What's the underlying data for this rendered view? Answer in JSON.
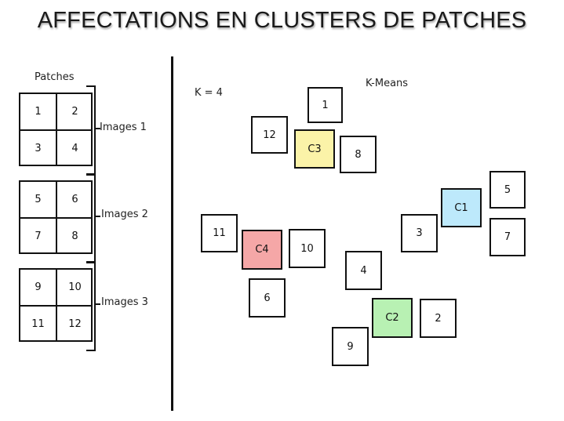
{
  "title": "AFFECTATIONS EN CLUSTERS DE PATCHES",
  "left": {
    "header": "Patches",
    "groups": [
      {
        "label": "Images 1",
        "patches": [
          "1",
          "2",
          "3",
          "4"
        ]
      },
      {
        "label": "Images 2",
        "patches": [
          "5",
          "6",
          "7",
          "8"
        ]
      },
      {
        "label": "Images 3",
        "patches": [
          "9",
          "10",
          "11",
          "12"
        ]
      }
    ]
  },
  "right": {
    "k_label": "K = 4",
    "method_label": "K-Means",
    "centroids": [
      {
        "label": "C1",
        "color": "#bde9fb"
      },
      {
        "label": "C2",
        "color": "#b8f1b3"
      },
      {
        "label": "C3",
        "color": "#fbf3a8"
      },
      {
        "label": "C4",
        "color": "#f5a7a7"
      }
    ],
    "patches": [
      "1",
      "2",
      "3",
      "4",
      "5",
      "6",
      "7",
      "8",
      "9",
      "10",
      "11",
      "12"
    ]
  }
}
